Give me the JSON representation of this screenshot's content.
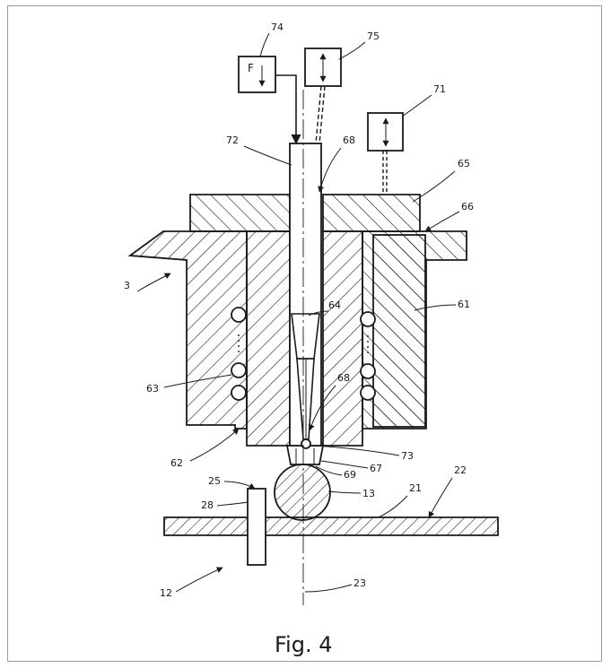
{
  "figure": {
    "caption": "Fig. 4",
    "box_labels": {
      "force": "F"
    },
    "refs": {
      "r74": "74",
      "r75": "75",
      "r71": "71",
      "r72": "72",
      "r68a": "68",
      "r65": "65",
      "r66": "66",
      "r3": "3",
      "r64": "64",
      "r61": "61",
      "r63": "63",
      "r68b": "68",
      "r62": "62",
      "r73": "73",
      "r67": "67",
      "r69": "69",
      "r25": "25",
      "r28": "28",
      "r13": "13",
      "r21": "21",
      "r22": "22",
      "r12": "12",
      "r23": "23"
    }
  }
}
